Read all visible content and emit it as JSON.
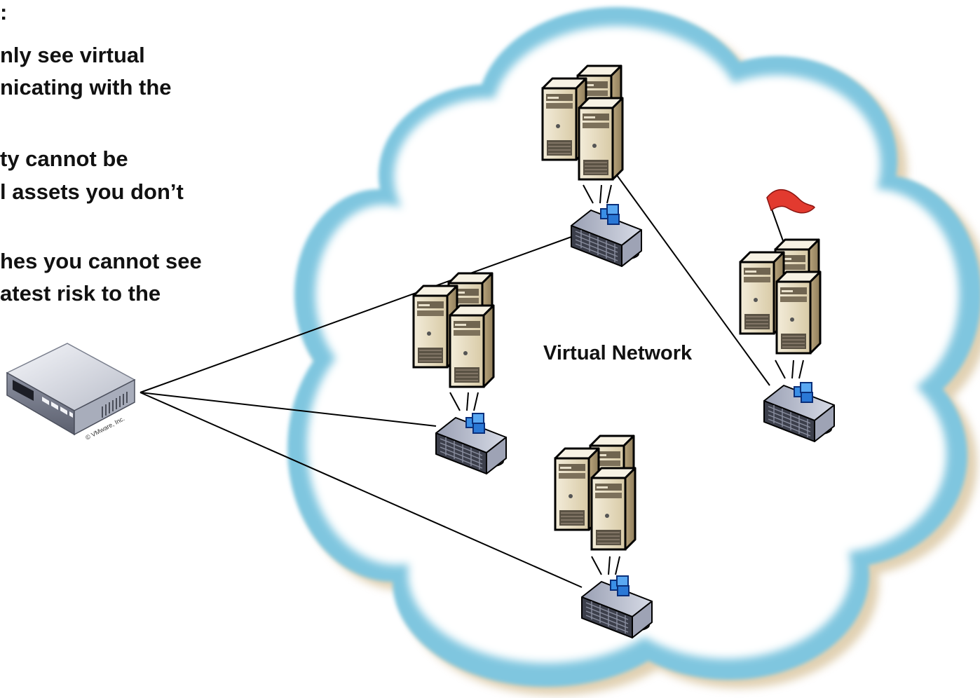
{
  "slide": {
    "heading_fragment": ":",
    "bullets": [
      {
        "lines": [
          "nly see virtual",
          "nicating with the"
        ]
      },
      {
        "lines": [
          "ty cannot be",
          "l assets you don’t"
        ]
      },
      {
        "lines": [
          "hes you cannot see",
          "atest risk to the"
        ]
      }
    ]
  },
  "diagram": {
    "cloud_label": "Virtual Network",
    "appliance_caption": "© VMware, Inc.",
    "nodes": [
      {
        "id": "host-top",
        "icon": "server-group-icon",
        "switch_icon": "virtual-switch-icon"
      },
      {
        "id": "host-left",
        "icon": "server-group-icon",
        "switch_icon": "virtual-switch-icon"
      },
      {
        "id": "host-bottom",
        "icon": "server-group-icon",
        "switch_icon": "virtual-switch-icon"
      },
      {
        "id": "host-right",
        "icon": "server-group-icon",
        "switch_icon": "virtual-switch-icon",
        "flag_icon": "red-flag-icon"
      }
    ],
    "colors": {
      "cloud_edge": "#8fd0e6",
      "cloud_shadow": "#d9c7a8",
      "server_body": "#e6dcc4",
      "switch_body": "#4a4d5a",
      "vnic": "#2f86e0",
      "flag": "#e23a2f"
    }
  }
}
